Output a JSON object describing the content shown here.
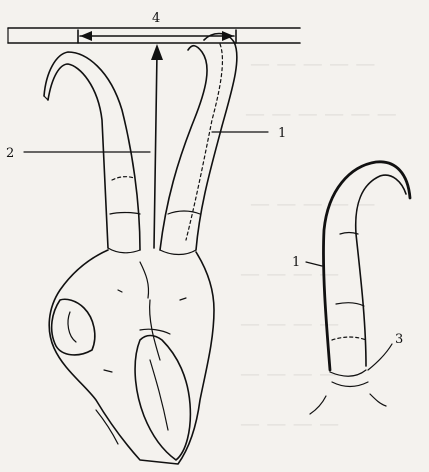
{
  "labels": {
    "four": "4",
    "two": "2",
    "one_left": "1",
    "one_right": "1",
    "three": "3"
  },
  "colors": {
    "ink": "#111111",
    "paper": "#f4f2ee"
  }
}
